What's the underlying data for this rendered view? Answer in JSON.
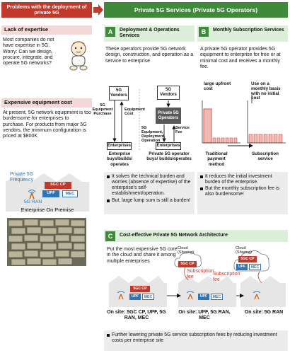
{
  "left": {
    "header": "Problems with the deployment of private 5G",
    "lack": {
      "title": "Lack of expertise",
      "text": "Most companies do not have expertise in 5G. Worry: Can we design, procure, integrate, and operate 5G networks?"
    },
    "cost": {
      "title": "Expensive equipment cost",
      "text": "At present, 5G network equipment is too burdensome for enterprises to purchase. For products from major 5G vendors, the minimum configuration is priced at $800K"
    },
    "premise": {
      "freq_label": "Private 5G Frequency",
      "cp": "5GC CP",
      "upf": "UPF",
      "mec": "MEC",
      "ran": "5G RAN",
      "caption": "Enterprise On Premise"
    }
  },
  "right": {
    "header": "Private 5G Services (Private 5G Operators)",
    "a": {
      "letter": "A",
      "title": "Deployment & Operations Services",
      "text": "These operators provide 5G network design, construction, and operation as a service to enterprise",
      "vendors": "5G Vendors",
      "vendors2": "5G Vendors",
      "operators": "Private 5G Operators",
      "enterprises": "Enterprises",
      "enterprises2": "Enterprises",
      "lbl_purchase": "5G Equipment Purchase",
      "lbl_cost": "Equipment Cost",
      "lbl_deploy": "5G Equipment, Deployment, Operation",
      "lbl_fee": "Service Fee",
      "cap_left": "Enterprise buys/builds/ operates",
      "cap_right": "Private 5G operator buys/ builds/operates",
      "notes": [
        "It solves the technical burden and worries (absence of expertise) of the enterprise's self-establishment/operation.",
        "But, large lump sum is still a burden!"
      ]
    },
    "b": {
      "letter": "B",
      "title": "Monthly Subscription Services",
      "text": "A private 5G operator provides 5G equipment to enterprise for free or at minimal cost and receives a monthly fee.",
      "lbl_upfront": "large upfront cost",
      "lbl_monthly": "Use on a monthly basis with no initial cost",
      "cap_left": "Traditional payment method",
      "cap_right": "Subscription service",
      "notes": [
        "It reduces the initial investment burden of the enterprise.",
        "But the monthly subscription fee is also burdensome!"
      ]
    },
    "c": {
      "letter": "C",
      "title": "Cost-effective Private 5G Network Architecture",
      "text": "Put the most expensive 5G core in the cloud and share it among multiple enterprises",
      "cloud1": "Cloud (Sharing)",
      "cloud2": "Cloud (Sharing)",
      "cp": "5GC CP",
      "upf": "UPF",
      "mec": "MEC",
      "fee1": "Subscription fee",
      "fee2": "Subscription fee",
      "site1": "On site: 5GC CP, UPF, 5G RAN, MEC",
      "site2": "On site: UPF, 5G RAN, MEC",
      "site3": "On site: 5G RAN",
      "note": "Further lowering private 5G service subscription fees by reducing investment costs per enterprise site"
    }
  },
  "colors": {
    "red": "#c0392b",
    "green": "#3f8a3a",
    "pink": "#f6d7d7",
    "light_green": "#dcefd8",
    "blue_upf": "#2e75b6"
  }
}
